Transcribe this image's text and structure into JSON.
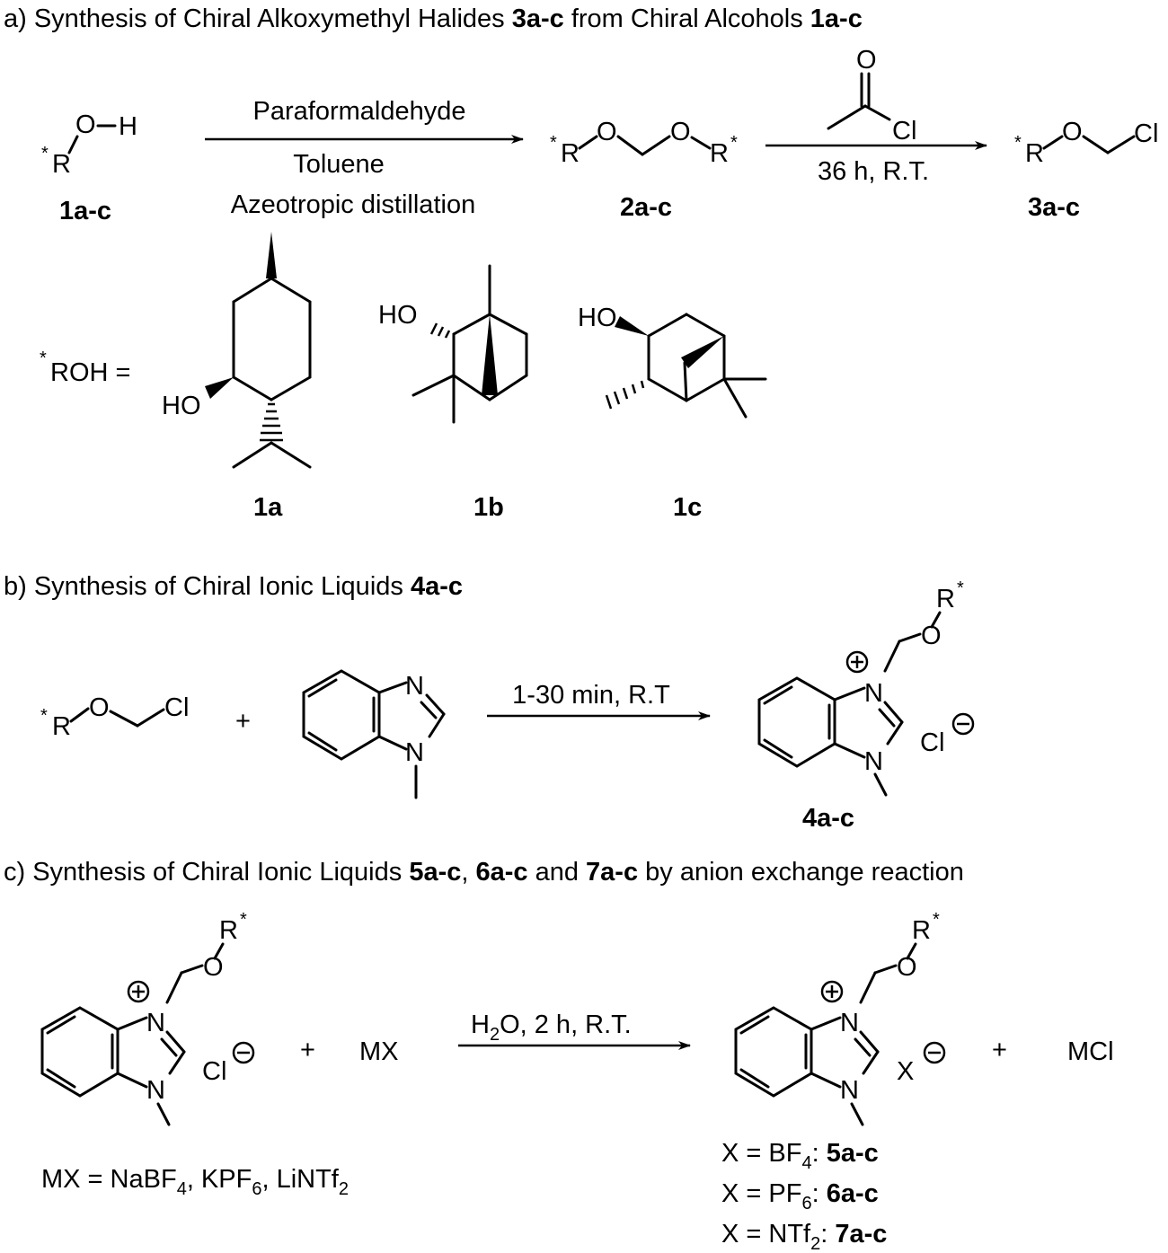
{
  "section_a": {
    "title_prefix": "a) Synthesis of Chiral Alkoxymethyl Halides ",
    "title_bold1": "3a-c",
    "title_mid": " from Chiral Alcohols ",
    "title_bold2": "1a-c",
    "reagent1_top": "Paraformaldehyde",
    "reagent1_mid": "Toluene",
    "reagent1_bottom": "Azeotropic distillation",
    "reagent2_bottom": "36 h, R.T.",
    "label_1": "1a-c",
    "label_2": "2a-c",
    "label_3": "3a-c",
    "roh_label": "ROH =",
    "label_1a": "1a",
    "label_1b": "1b",
    "label_1c": "1c"
  },
  "section_b": {
    "title_prefix": "b) Synthesis of Chiral Ionic Liquids ",
    "title_bold": "4a-c",
    "plus": "+",
    "conditions": "1-30 min, R.T",
    "product_label": "4a-c",
    "counter_anion": "Cl"
  },
  "section_c": {
    "title_prefix": "c) Synthesis of Chiral Ionic Liquids ",
    "title_bold1": "5a-c",
    "title_sep1": ", ",
    "title_bold2": "6a-c",
    "title_sep2": " and ",
    "title_bold3": "7a-c",
    "title_suffix": " by anion exchange reaction",
    "reactant2": "MX",
    "plus": "+",
    "conditions_pre": "H",
    "conditions_sub": "2",
    "conditions_post": "O, 2 h, R.T.",
    "byproduct": "MCl",
    "mx_def": "MX = NaBF4, KPF6, LiNTf2",
    "x_lines": [
      {
        "text": "X = BF4:",
        "label": "5a-c"
      },
      {
        "text": "X = PF6:",
        "label": "6a-c"
      },
      {
        "text": "X = NTf2:",
        "label": "7a-c"
      }
    ]
  },
  "atoms": {
    "O": "O",
    "H": "H",
    "R": "R",
    "Cl": "Cl",
    "N": "N",
    "X": "X",
    "HO": "HO",
    "star": "*"
  }
}
